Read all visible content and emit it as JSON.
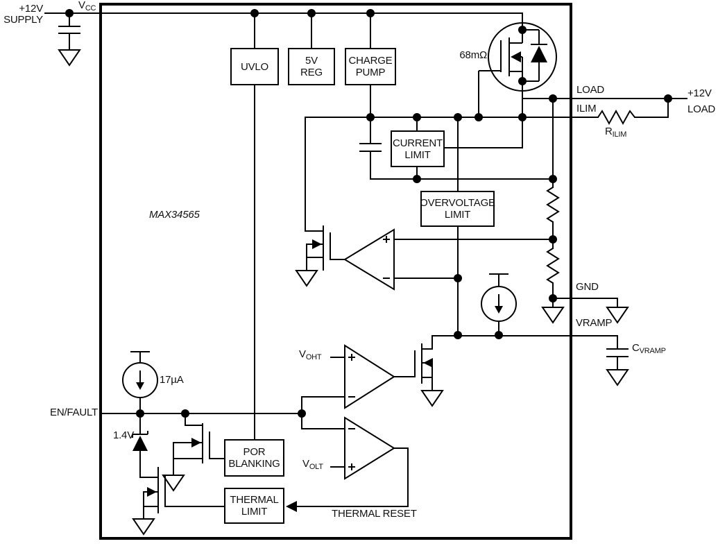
{
  "diagram": {
    "part_number": "MAX34565",
    "colors": {
      "line": "#000000",
      "background": "#ffffff",
      "text": "#111111"
    },
    "pins": {
      "supply": "+12V\nSUPPLY",
      "vcc_main": "V",
      "vcc_sub": "CC",
      "load": "LOAD",
      "ilim": "ILIM",
      "load_ext": "+12V\nLOAD",
      "rilim_main": "R",
      "rilim_sub": "ILIM",
      "gnd": "GND",
      "vramp": "VRAMP",
      "cvramp_main": "C",
      "cvramp_sub": "VRAMP",
      "en_fault": "EN/FAULT"
    },
    "blocks": {
      "uvlo": "UVLO",
      "reg_5v": "5V\nREG",
      "charge_pump": "CHARGE\nPUMP",
      "current_limit": "CURRENT\nLIMIT",
      "overvoltage_limit": "OVERVOLTAGE\nLIMIT",
      "por_blanking": "POR\nBLANKING",
      "thermal_limit": "THERMAL\nLIMIT"
    },
    "values": {
      "fet_rds_on": "68mΩ",
      "bias_current": "17µA",
      "zener_voltage": "1.4V",
      "voht_main": "V",
      "voht_sub": "OHT",
      "volt_main": "V",
      "volt_sub": "OLT",
      "thermal_reset": "THERMAL RESET"
    }
  }
}
